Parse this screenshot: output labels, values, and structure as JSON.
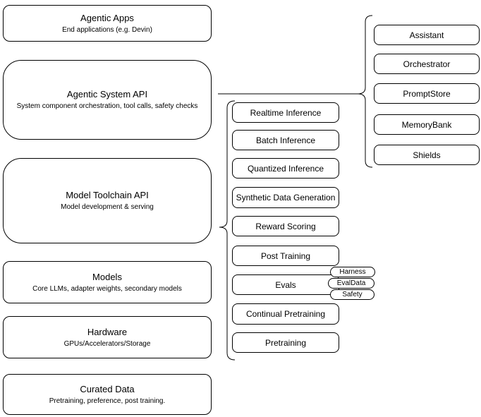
{
  "diagram": {
    "left_stack": [
      {
        "title": "Agentic Apps",
        "subtitle": "End applications (e.g. Devin)"
      },
      {
        "title": "Agentic System API",
        "subtitle": "System component orchestration, tool calls, safety checks"
      },
      {
        "title": "Model Toolchain API",
        "subtitle": "Model development & serving"
      },
      {
        "title": "Models",
        "subtitle": "Core LLMs, adapter weights, secondary models"
      },
      {
        "title": "Hardware",
        "subtitle": "GPUs/Accelerators/Storage"
      },
      {
        "title": "Curated Data",
        "subtitle": "Pretraining, preference, post training."
      }
    ],
    "model_toolchain_components": [
      "Realtime Inference",
      "Batch Inference",
      "Quantized Inference",
      "Synthetic Data Generation",
      "Reward Scoring",
      "Post Training",
      "Evals",
      "Continual Pretraining",
      "Pretraining"
    ],
    "evals_tags": [
      "Harness",
      "EvalData",
      "Safety"
    ],
    "agentic_system_components": [
      "Assistant",
      "Orchestrator",
      "PromptStore",
      "MemoryBank",
      "Shields"
    ],
    "colors": {
      "stroke": "#000000",
      "background": "#ffffff",
      "text": "#000000"
    }
  }
}
